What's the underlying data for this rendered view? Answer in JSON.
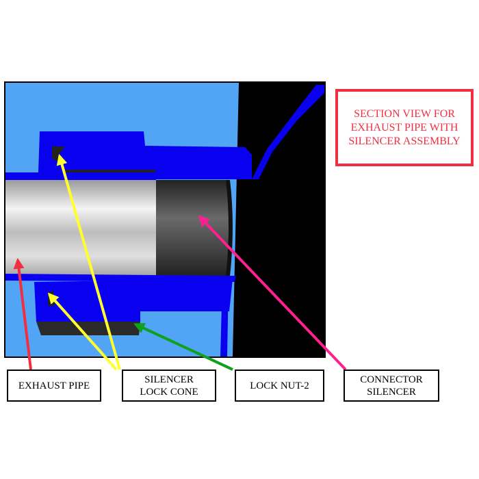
{
  "title": {
    "line1": "SECTION VIEW FOR",
    "line2": "EXHAUST PIPE WITH",
    "line3": "SILENCER ASSEMBLY"
  },
  "labels": {
    "exhaust_pipe": "EXHAUST PIPE",
    "lock_cone_line1": "SILENCER",
    "lock_cone_line2": "LOCK CONE",
    "lock_nut": "LOCK NUT-2",
    "connector_line1": "CONNECTOR",
    "connector_line2": "SILENCER"
  },
  "colors": {
    "background_blue": "#52a5f5",
    "part_blue": "#0a00f0",
    "title_red": "#f03040",
    "arrow_red": "#f03040",
    "arrow_yellow": "#ffff30",
    "arrow_green": "#10a020",
    "arrow_pink": "#ff2090"
  }
}
